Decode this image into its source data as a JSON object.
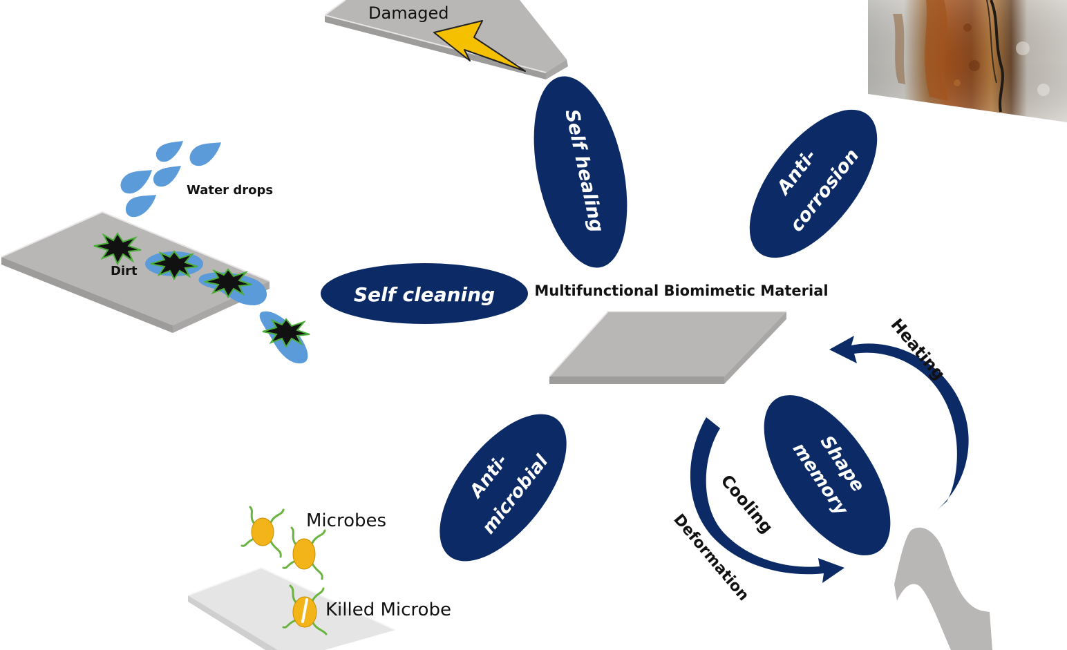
{
  "title": "Multifunctional  Biomimetic Material",
  "petals": {
    "self_healing": "Self healing",
    "anti_corrosion_1": "Anti-",
    "anti_corrosion_2": "corrosion",
    "self_cleaning": "Self cleaning",
    "anti_microbial_1": "Anti-",
    "anti_microbial_2": "microbial",
    "shape_memory_1": "Shape",
    "shape_memory_2": "memory"
  },
  "labels": {
    "damaged": "Damaged",
    "water_drops": "Water drops",
    "dirt": "Dirt",
    "microbes": "Microbes",
    "killed_microbe": "Killed Microbe",
    "heating": "Heating",
    "cooling": "Cooling",
    "deformation": "Deformation"
  },
  "colors": {
    "petal": "#0b2a66",
    "plate_top": "#b9b6b6",
    "plate_edge": "#9e9b9b",
    "water": "#5b9bd9",
    "dirt": "#111111",
    "dirt_outline": "#4cae3a",
    "bolt": "#f5c000",
    "microbe": "#f2b418",
    "microbe_legs": "#6ab33f",
    "rust": "#a8531a"
  }
}
